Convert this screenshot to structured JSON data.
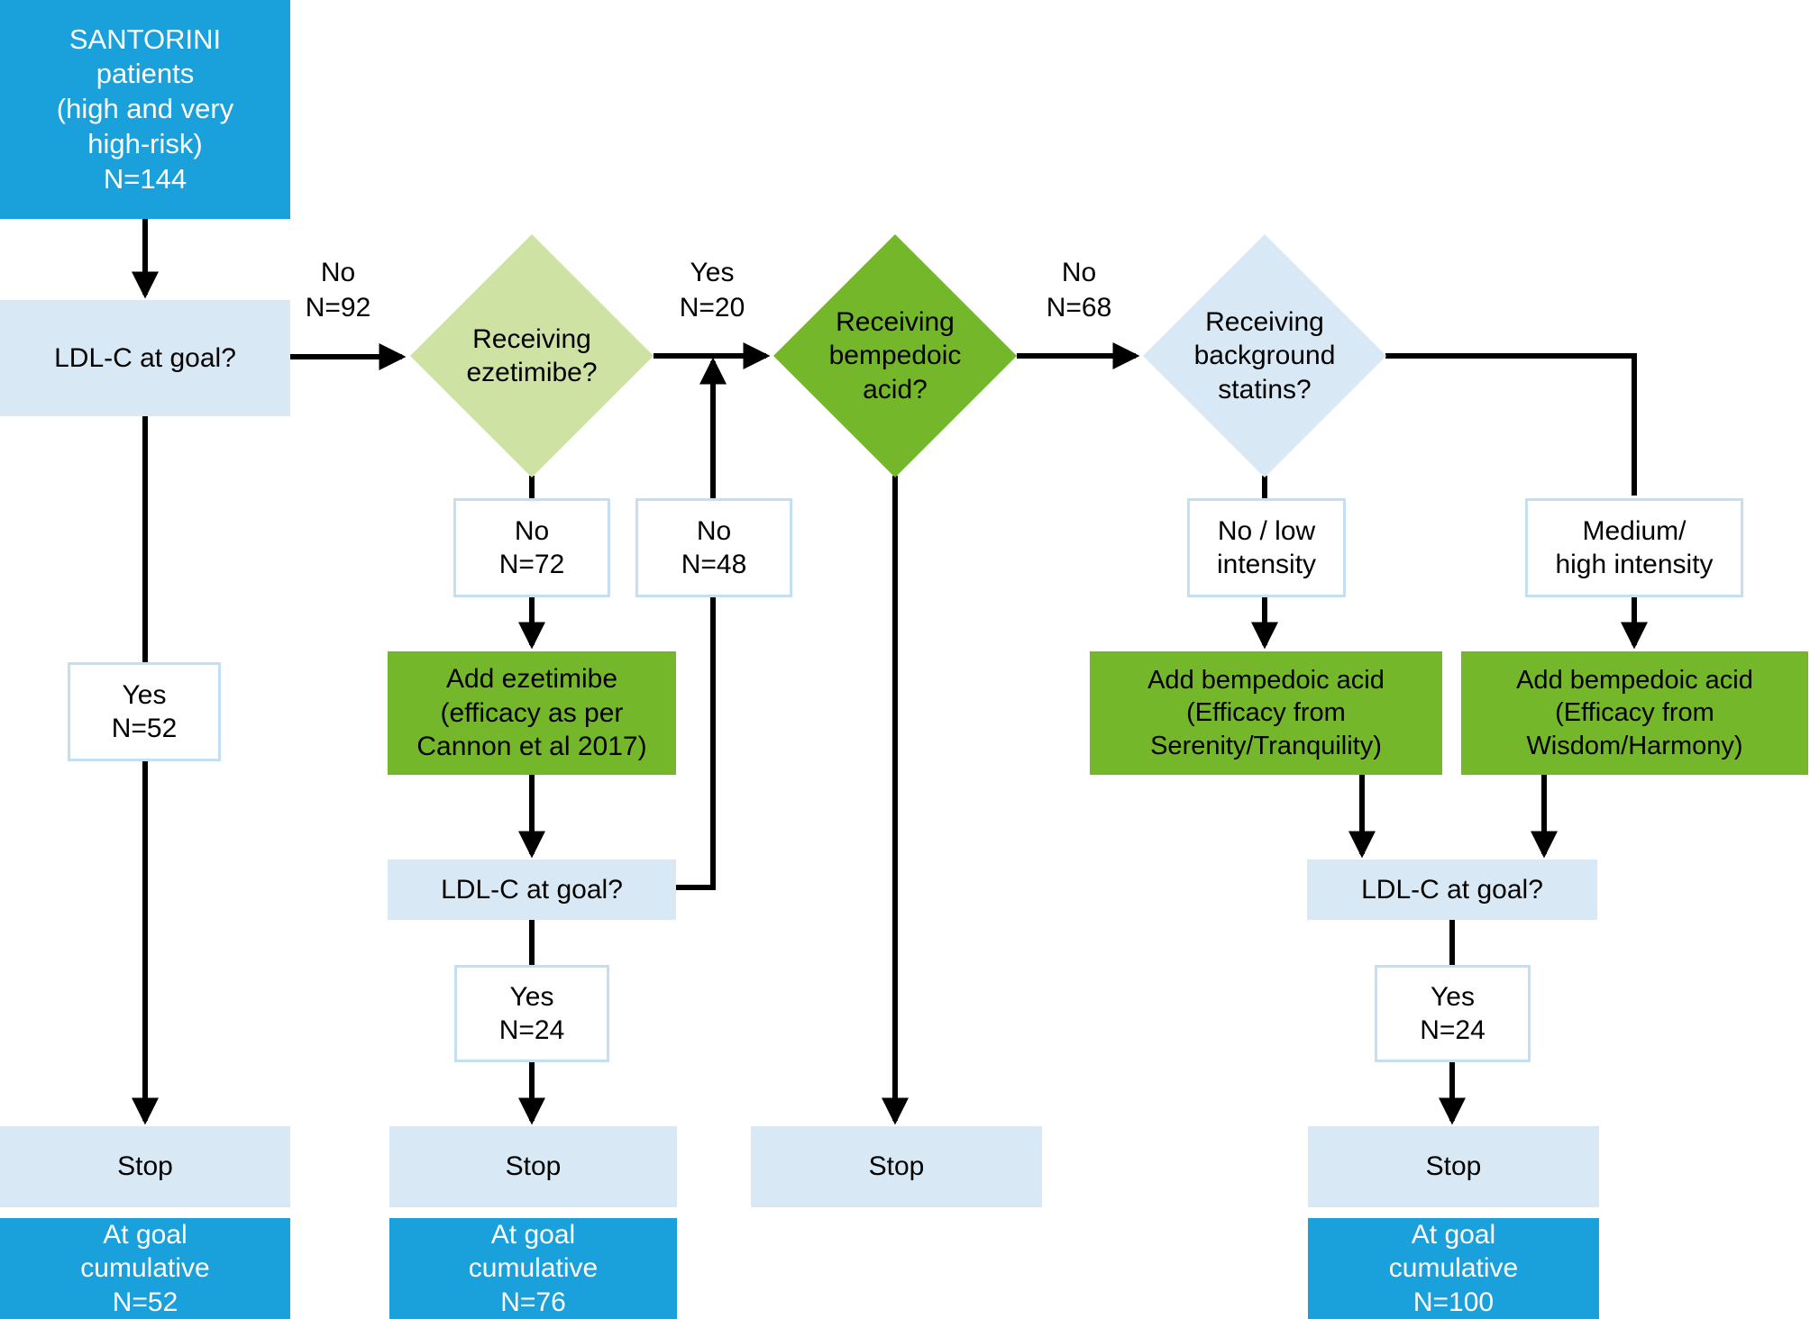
{
  "title": "SANTORINI patient treatment flowchart",
  "colors": {
    "blue": "#1aa0db",
    "light_blue": "#d9e8f5",
    "box_border": "#c5dff2",
    "light_green": "#cee3a3",
    "green": "#74b72a",
    "line": "#000000"
  },
  "nodes": {
    "santorini": {
      "label": "SANTORINI\npatients\n(high and very\nhigh-risk)\nN=144"
    },
    "ldlc_1": {
      "label": "LDL-C at goal?"
    },
    "yes_52": {
      "label": "Yes\nN=52"
    },
    "stop_1": {
      "label": "Stop"
    },
    "atgoal_52": {
      "label": "At goal\ncumulative\nN=52"
    },
    "ezetimibe_q": {
      "label": "Receiving\nezetimibe?"
    },
    "no_72": {
      "label": "No\nN=72"
    },
    "no_48": {
      "label": "No\nN=48"
    },
    "add_ezetimibe": {
      "label": "Add ezetimibe\n(efficacy as per\nCannon et al 2017)"
    },
    "ldlc_2": {
      "label": "LDL-C at goal?"
    },
    "yes_24_mid": {
      "label": "Yes\nN=24"
    },
    "stop_2": {
      "label": "Stop"
    },
    "atgoal_76": {
      "label": "At goal\ncumulative\nN=76"
    },
    "bempedoic_q": {
      "label": "Receiving\nbempedoic\nacid?"
    },
    "stop_3": {
      "label": "Stop"
    },
    "statins_q": {
      "label": "Receiving\nbackground\nstatins?"
    },
    "no_low": {
      "label": "No / low\nintensity"
    },
    "med_high": {
      "label": "Medium/\nhigh intensity"
    },
    "add_bempedoic_serenity": {
      "label": "Add bempedoic acid\n(Efficacy from\nSerenity/Tranquility)"
    },
    "add_bempedoic_wisdom": {
      "label": "Add bempedoic acid\n(Efficacy from\nWisdom/Harmony)"
    },
    "ldlc_3": {
      "label": "LDL-C at goal?"
    },
    "yes_24_right": {
      "label": "Yes\nN=24"
    },
    "stop_4": {
      "label": "Stop"
    },
    "atgoal_100": {
      "label": "At goal\ncumulative\nN=100"
    }
  },
  "edge_labels": {
    "no_92": "No\nN=92",
    "yes_20": "Yes\nN=20",
    "no_68": "No\nN=68"
  }
}
